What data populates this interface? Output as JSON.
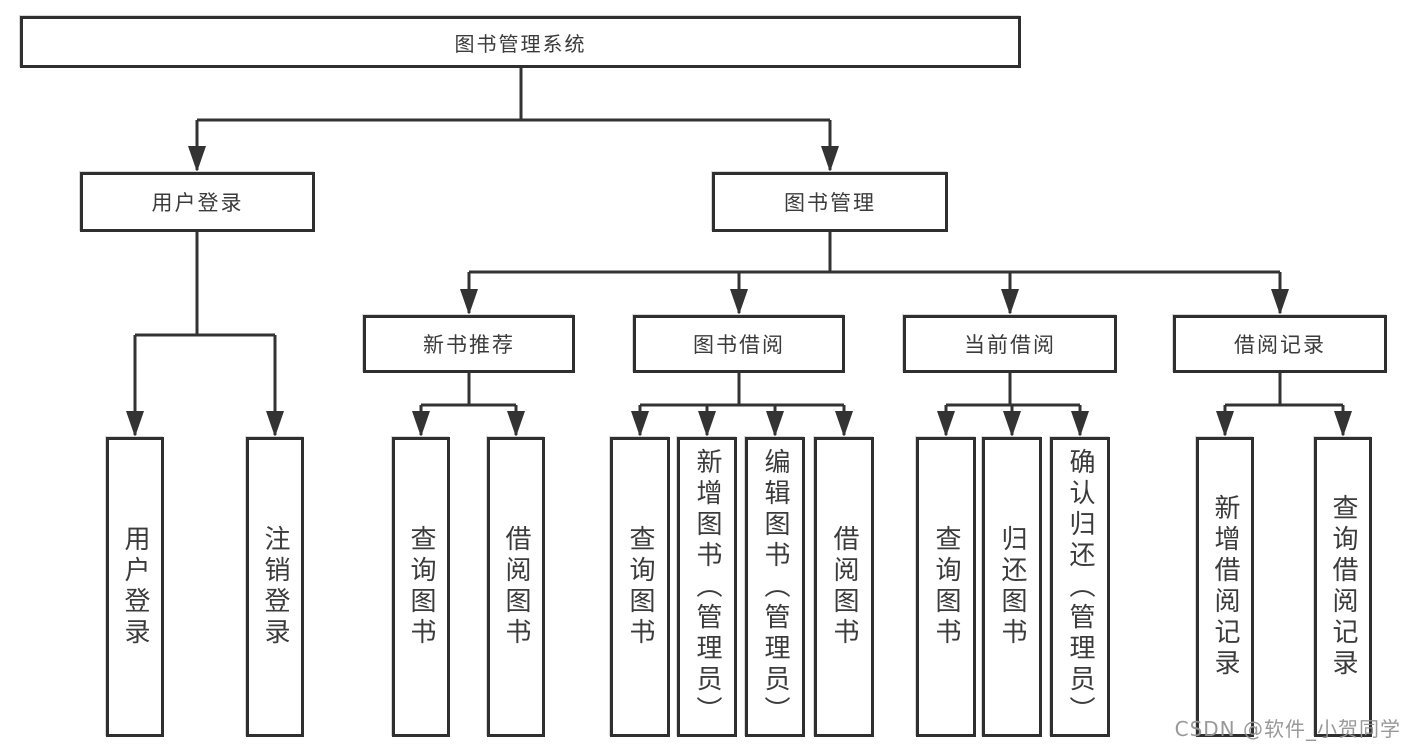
{
  "tree": {
    "root": {
      "label": "图书管理系统",
      "children": [
        {
          "label": "用户登录",
          "children": [
            {
              "label": "用户登录"
            },
            {
              "label": "注销登录"
            }
          ]
        },
        {
          "label": "图书管理",
          "children": [
            {
              "label": "新书推荐",
              "children": [
                {
                  "label": "查询图书"
                },
                {
                  "label": "借阅图书"
                }
              ]
            },
            {
              "label": "图书借阅",
              "children": [
                {
                  "label": "查询图书"
                },
                {
                  "label": "新增图书（管理员）"
                },
                {
                  "label": "编辑图书（管理员）"
                },
                {
                  "label": "借阅图书"
                }
              ]
            },
            {
              "label": "当前借阅",
              "children": [
                {
                  "label": "查询图书"
                },
                {
                  "label": "归还图书"
                },
                {
                  "label": "确认归还（管理员）"
                }
              ]
            },
            {
              "label": "借阅记录",
              "children": [
                {
                  "label": "新增借阅记录"
                },
                {
                  "label": "查询借阅记录"
                }
              ]
            }
          ]
        }
      ]
    }
  },
  "watermark": {
    "text": "CSDN @软件_小贺同学"
  },
  "colors": {
    "line": "#333333",
    "box_border": "#2f2f2f",
    "text": "#3b3b3b",
    "watermark": "#949494",
    "background": "#ffffff"
  }
}
